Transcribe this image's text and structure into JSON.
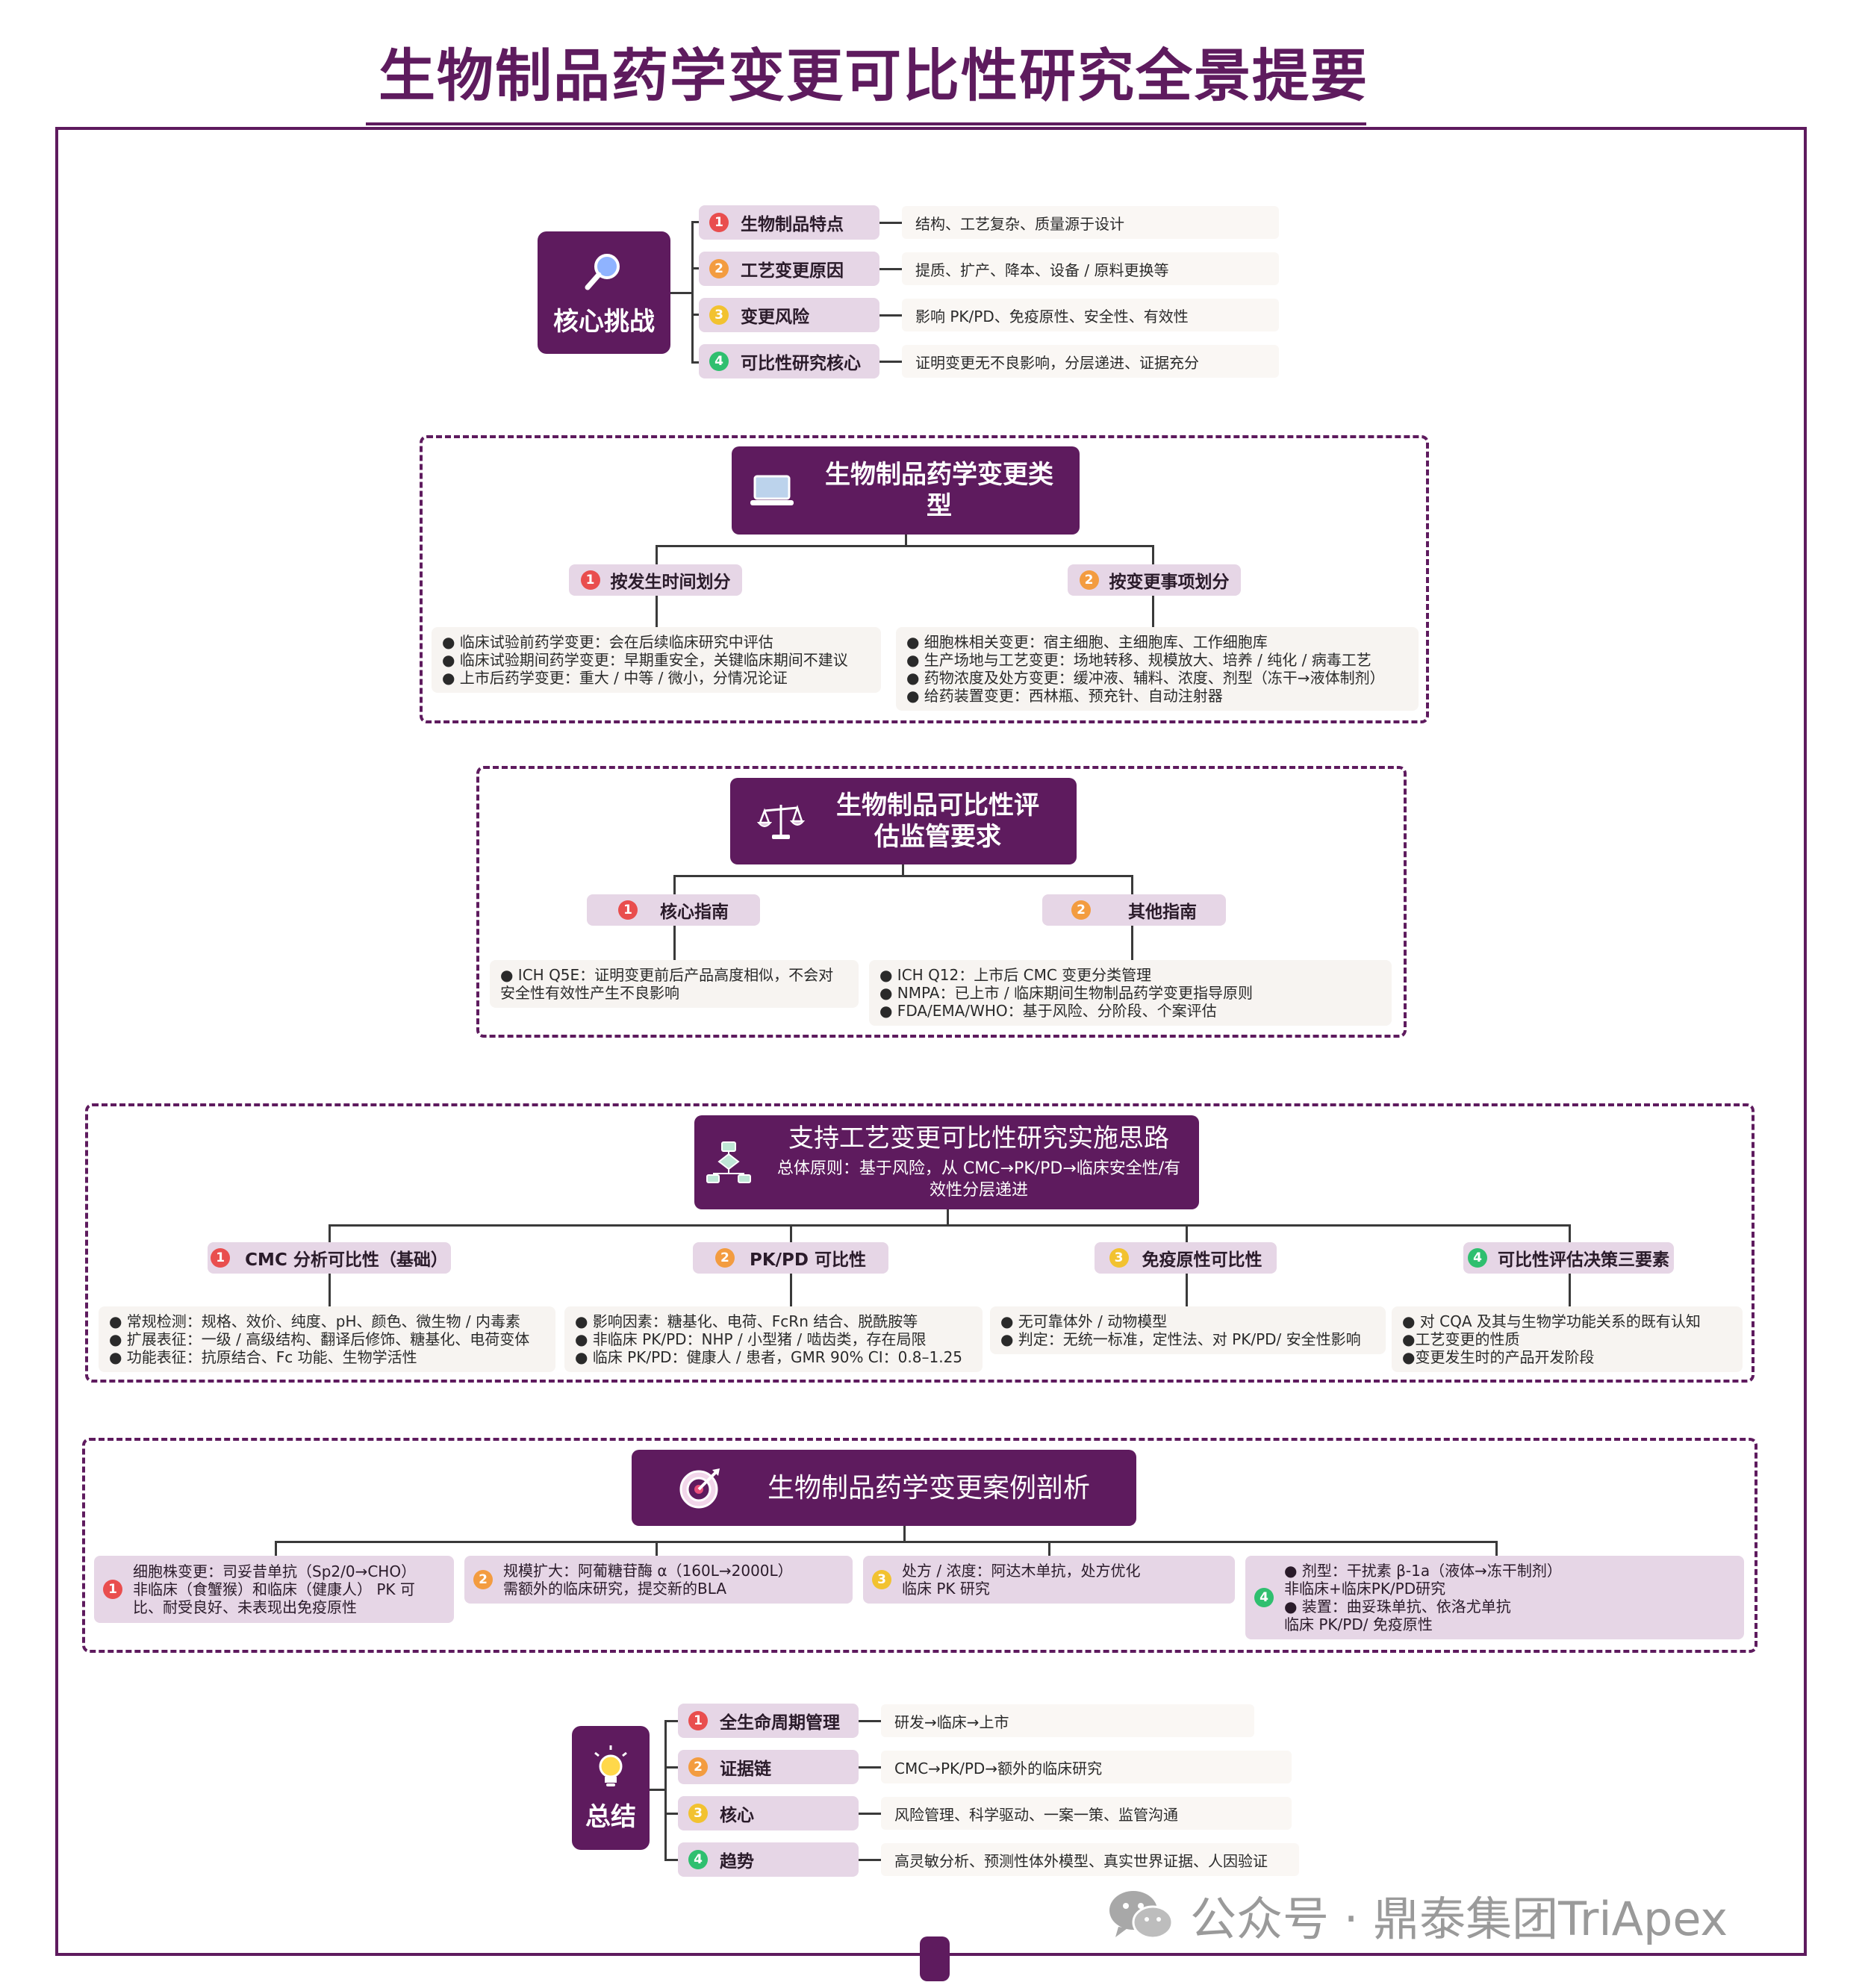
{
  "title": "生物制品药学变更可比性研究全景提要",
  "core": {
    "hub": "核心挑战",
    "icon": "magnifier-icon",
    "items": [
      {
        "num": "1",
        "label": "生物制品特点",
        "desc": "结构、工艺复杂、质量源于设计"
      },
      {
        "num": "2",
        "label": "工艺变更原因",
        "desc": "提质、扩产、降本、设备 / 原料更换等"
      },
      {
        "num": "3",
        "label": "变更风险",
        "desc": "影响 PK/PD、免疫原性、安全性、有效性"
      },
      {
        "num": "4",
        "label": "可比性研究核心",
        "desc": "证明变更无不良影响，分层递进、证据充分"
      }
    ]
  },
  "types": {
    "hub": "生物制品药学变更类型",
    "icon": "laptop-icon",
    "branches": [
      {
        "num": "1",
        "label": "按发生时间划分",
        "details": [
          "● 临床试验前药学变更：会在后续临床研究中评估",
          "● 临床试验期间药学变更：早期重安全，关键临床期间不建议",
          "● 上市后药学变更：重大 / 中等 / 微小，分情况论证"
        ]
      },
      {
        "num": "2",
        "label": "按变更事项划分",
        "details": [
          "● 细胞株相关变更：宿主细胞、主细胞库、工作细胞库",
          "● 生产场地与工艺变更：场地转移、规模放大、培养 / 纯化 / 病毒工艺",
          "● 药物浓度及处方变更：缓冲液、辅料、浓度、剂型（冻干→液体制剂）",
          "● 给药装置变更：西林瓶、预充针、自动注射器"
        ]
      }
    ]
  },
  "regs": {
    "hub": "生物制品可比性评估监管要求",
    "icon": "scales-icon",
    "branches": [
      {
        "num": "1",
        "label": "核心指南",
        "details": [
          "● ICH Q5E：证明变更前后产品高度相似，不会对",
          "安全性有效性产生不良影响"
        ]
      },
      {
        "num": "2",
        "label": "其他指南",
        "details": [
          "● ICH Q12：上市后 CMC 变更分类管理",
          "● NMPA：已上市 / 临床期间生物制品药学变更指导原则",
          "● FDA/EMA/WHO：基于风险、分阶段、个案评估"
        ]
      }
    ]
  },
  "impl": {
    "hub": "支持工艺变更可比性研究实施思路",
    "sub": "总体原则：基于风险，从 CMC→PK/PD→临床安全性/有效性分层递进",
    "icon": "flowchart-icon",
    "branches": [
      {
        "num": "1",
        "label": "CMC 分析可比性（基础）",
        "details": [
          "● 常规检测：规格、效价、纯度、pH、颜色、微生物 / 内毒素",
          "● 扩展表征：一级 / 高级结构、翻译后修饰、糖基化、电荷变体",
          "● 功能表征：抗原结合、Fc 功能、生物学活性"
        ]
      },
      {
        "num": "2",
        "label": "PK/PD 可比性",
        "details": [
          "● 影响因素：糖基化、电荷、FcRn 结合、脱酰胺等",
          "● 非临床 PK/PD：NHP / 小型猪 / 啮齿类，存在局限",
          "● 临床 PK/PD：健康人 / 患者，GMR 90% CI：0.8–1.25"
        ]
      },
      {
        "num": "3",
        "label": "免疫原性可比性",
        "details": [
          "● 无可靠体外 / 动物模型",
          "● 判定：无统一标准，定性法、对 PK/PD/ 安全性影响"
        ]
      },
      {
        "num": "4",
        "label": "可比性评估决策三要素",
        "details": [
          "● 对 CQA 及其与生物学功能关系的既有认知",
          "●工艺变更的性质",
          "●变更发生时的产品开发阶段"
        ]
      }
    ]
  },
  "cases": {
    "hub": "生物制品药学变更案例剖析",
    "icon": "target-icon",
    "items": [
      {
        "num": "1",
        "lines": [
          "细胞株变更：司妥昔单抗（Sp2/0→CHO）",
          "非临床（食蟹猴）和临床（健康人） PK 可",
          "比、耐受良好、未表现出免疫原性"
        ]
      },
      {
        "num": "2",
        "lines": [
          "规模扩大：阿葡糖苷酶 α（160L→2000L）",
          "需额外的临床研究，提交新的BLA"
        ]
      },
      {
        "num": "3",
        "lines": [
          "处方 / 浓度：阿达木单抗，处方优化",
          "临床 PK 研究"
        ]
      },
      {
        "num": "4",
        "lines": [
          "● 剂型：干扰素 β-1a（液体→冻干制剂）",
          "非临床+临床PK/PD研究",
          "● 装置：曲妥珠单抗、依洛尤单抗",
          "临床 PK/PD/ 免疫原性"
        ]
      }
    ]
  },
  "summary": {
    "hub": "总结",
    "icon": "lightbulb-icon",
    "items": [
      {
        "num": "1",
        "label": "全生命周期管理",
        "desc": "研发→临床→上市"
      },
      {
        "num": "2",
        "label": "证据链",
        "desc": "CMC→PK/PD→额外的临床研究"
      },
      {
        "num": "3",
        "label": "核心",
        "desc": "风险管理、科学驱动、一案一策、监管沟通"
      },
      {
        "num": "4",
        "label": "趋势",
        "desc": "高灵敏分析、预测性体外模型、真实世界证据、人因验证"
      }
    ]
  },
  "watermark": {
    "icon": "wechat-icon",
    "text": "公众号 · 鼎泰集团TriApex"
  }
}
